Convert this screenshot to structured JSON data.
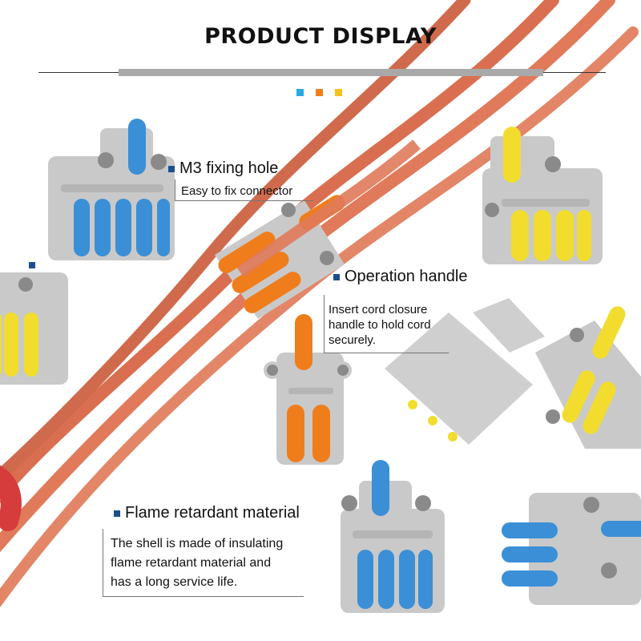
{
  "header": {
    "title": "PRODUCT DISPLAY",
    "accent_dots": [
      "#29a8e6",
      "#f07e1b",
      "#f4c21c"
    ]
  },
  "callouts": {
    "fixing_hole": {
      "title": "M3 fixing hole",
      "lines": [
        "Easy to fix connector"
      ]
    },
    "operation_handle": {
      "title": "Operation handle",
      "lines": [
        "Insert cord closure",
        "handle to hold cord",
        "securely."
      ]
    },
    "flame_retardant": {
      "title": "Flame retardant material",
      "lines": [
        "The shell is made of insulating",
        "flame retardant material and",
        "has a long service life."
      ]
    }
  },
  "colors": {
    "housing": "#c9c9c9",
    "blue_lever": "#3b8fd6",
    "orange_lever": "#f07d1c",
    "yellow_lever": "#f2dd2e",
    "wire": "#e07a5a",
    "accent_square": "#1b4f8c"
  },
  "icons": [
    "square-bullet-icon"
  ]
}
